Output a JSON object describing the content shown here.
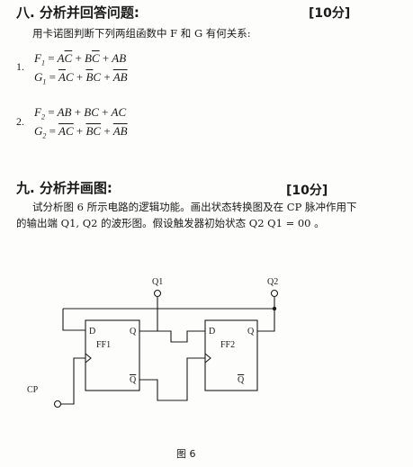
{
  "section8": {
    "title": "八. 分析并回答问题:",
    "score": "[10分]",
    "instruction": "用卡诺图判断下列两组函数中 F 和 G 有何关系:"
  },
  "problem1": {
    "number": "1.",
    "f_lhs": "F",
    "f_sub": "1",
    "eq": "=",
    "f_t1": "A",
    "f_t1b": "C",
    "f_t2a": "B",
    "f_t2b": "C",
    "f_t3": "AB",
    "g_lhs": "G",
    "g_sub": "1",
    "g_t1a": "A",
    "g_t1b": "C",
    "g_t2a": "B",
    "g_t2b": "C",
    "g_t3": "AB",
    "plus": "+"
  },
  "problem2": {
    "number": "2.",
    "f_lhs": "F",
    "f_sub": "2",
    "f_t1": "AB",
    "f_t2": "BC",
    "f_t3": "AC",
    "g_lhs": "G",
    "g_sub": "2",
    "g_t1": "AC",
    "g_t2": "BC",
    "g_t3": "AB"
  },
  "section9": {
    "title": "九. 分析并画图:",
    "score": "[10分]",
    "line1": "试分析图 6 所示电路的逻辑功能。画出状态转换图及在 CP 脉冲作用下",
    "line2": "的输出端 Q1, Q2 的波形图。假设触发器初始状态 Q2 Q1 = 00 。"
  },
  "circuit": {
    "q1_label": "Q1",
    "q2_label": "Q2",
    "cp_label": "CP",
    "ff1_name": "FF1",
    "ff2_name": "FF2",
    "d_label": "D",
    "q_label": "Q",
    "qbar_label": "Q",
    "caption": "图 6"
  }
}
